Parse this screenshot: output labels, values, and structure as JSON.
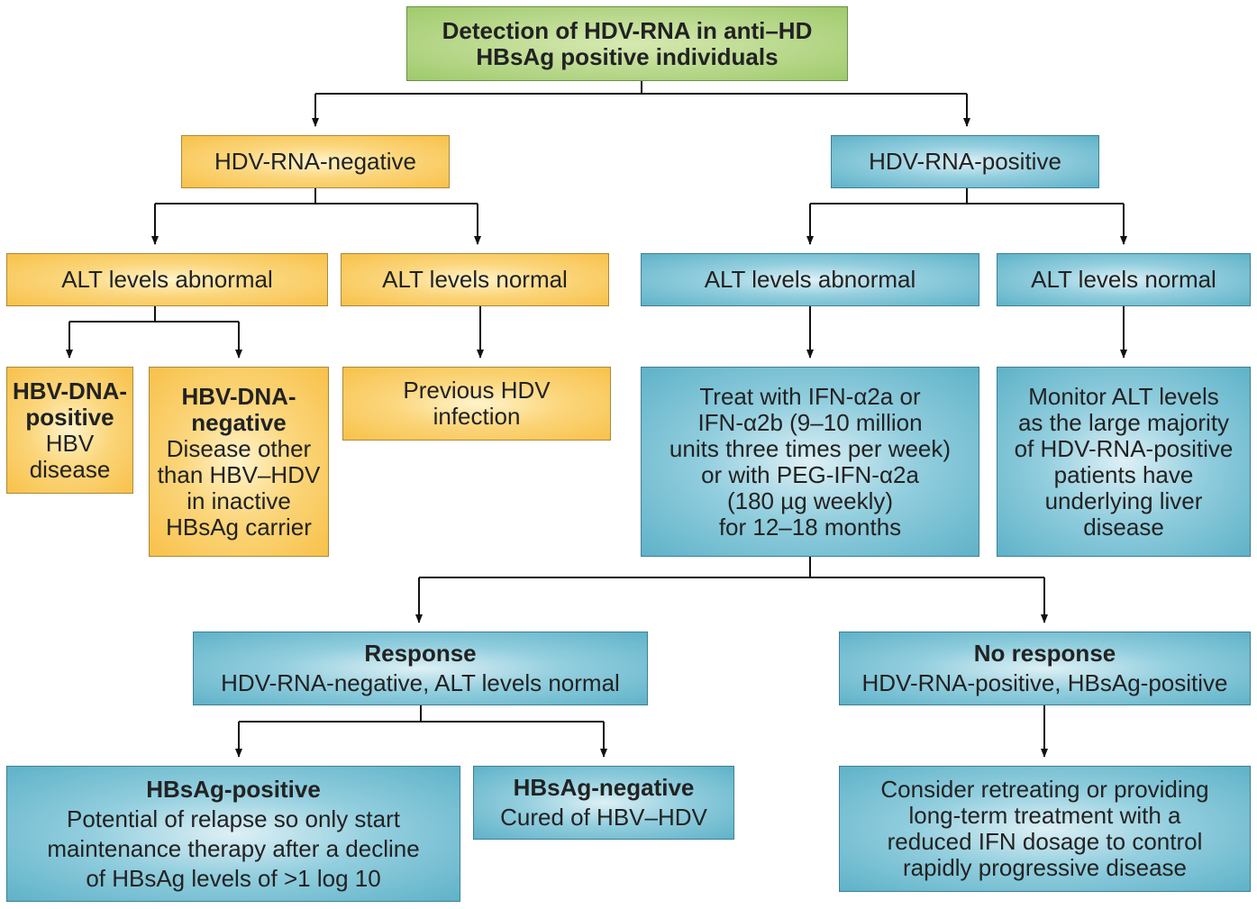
{
  "root": {
    "lines": [
      "Detection of HDV-RNA in anti–HD",
      "HBsAg positive individuals"
    ]
  },
  "neg": {
    "label": "HDV-RNA-negative"
  },
  "pos": {
    "label": "HDV-RNA-positive"
  },
  "neg_alt_abnormal": {
    "label": "ALT levels abnormal"
  },
  "neg_alt_normal": {
    "label": "ALT levels normal"
  },
  "pos_alt_abnormal": {
    "label": "ALT levels abnormal"
  },
  "pos_alt_normal": {
    "label": "ALT levels normal"
  },
  "hbv_dna_pos": {
    "title": [
      "HBV-DNA-",
      "positive"
    ],
    "body": [
      "HBV",
      "disease"
    ]
  },
  "hbv_dna_neg": {
    "title": [
      "HBV-DNA-",
      "negative"
    ],
    "body": [
      "Disease other",
      "than HBV–HDV",
      "in inactive",
      "HBsAg carrier"
    ]
  },
  "previous": {
    "lines": [
      "Previous HDV",
      "infection"
    ]
  },
  "treat": {
    "lines": [
      "Treat with IFN-α2a or",
      "IFN-α2b (9–10 million",
      "units three times per week)",
      "or with PEG-IFN-α2a",
      "(180 µg weekly)",
      "for 12–18 months"
    ]
  },
  "monitor": {
    "lines": [
      "Monitor ALT levels",
      "as the large majority",
      "of HDV-RNA-positive",
      "patients have",
      "underlying liver",
      "disease"
    ]
  },
  "response": {
    "title": "Response",
    "body": "HDV-RNA-negative, ALT levels normal"
  },
  "no_response": {
    "title": "No response",
    "body": "HDV-RNA-positive, HBsAg-positive"
  },
  "hbsag_pos": {
    "title": "HBsAg-positive",
    "body": [
      "Potential of relapse so only start",
      "maintenance therapy after a decline",
      "of HBsAg levels of >1 log 10"
    ]
  },
  "hbsag_neg": {
    "title": "HBsAg-negative",
    "body": [
      "Cured of HBV–HDV"
    ]
  },
  "consider": {
    "lines": [
      "Consider retreating or providing",
      "long-term treatment with a",
      "reduced IFN dosage to control",
      "rapidly progressive disease"
    ]
  },
  "colors": {
    "green": "#9fca6c",
    "orange": "#f8c14a",
    "blue": "#5fb2c8",
    "connector": "#111111"
  }
}
